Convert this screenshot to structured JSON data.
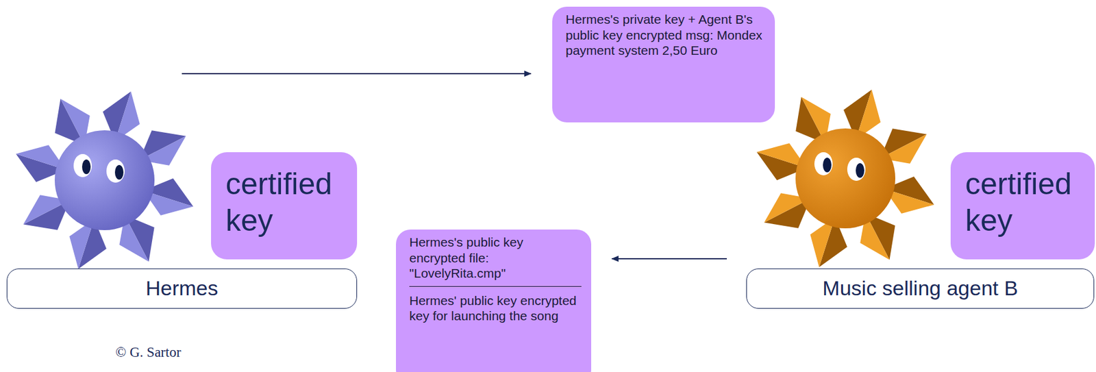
{
  "diagram": {
    "nodes": [
      {
        "text": [
          "certified key"
        ]
      },
      {
        "text": [
          "Hermes"
        ]
      },
      {
        "text": [
          "Hermes's private key + Agent B's public key encrypted msg: Mondex payment system 2,50 Euro"
        ]
      },
      {
        "text": [
          "certified key"
        ]
      },
      {
        "text": [
          "Music selling agent B"
        ]
      },
      {
        "text": [
          "Hermes's public key encrypted file: \"LovelyRita.cmp\"",
          "Hermes' public key encrypted key for launching the song"
        ]
      }
    ],
    "edges": [
      {
        "from": 1,
        "to": 2,
        "arrow": "to"
      },
      {
        "from": 4,
        "to": 5,
        "arrow": "to"
      }
    ],
    "labels": [
      "© G. Sartor"
    ]
  }
}
